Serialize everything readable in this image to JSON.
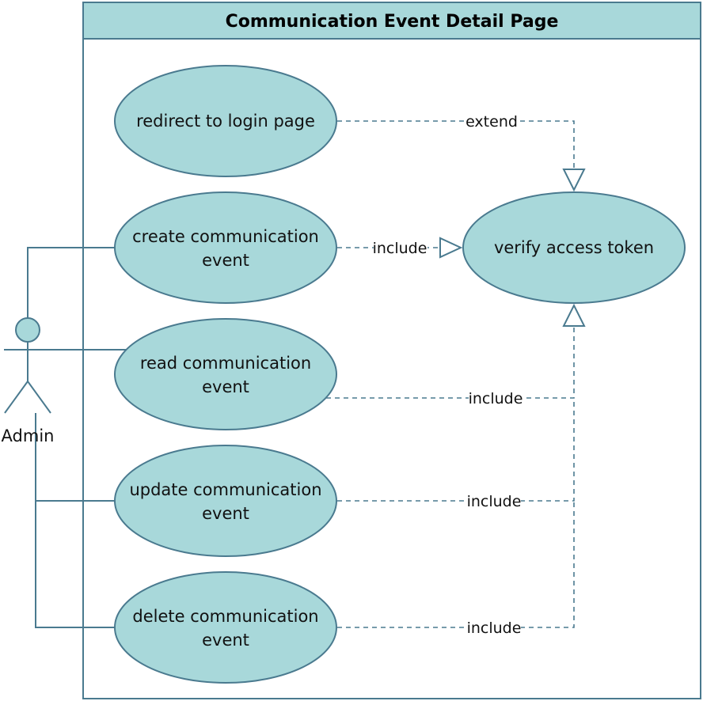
{
  "system": {
    "title": "Communication Event Detail Page"
  },
  "actor": {
    "label": "Admin"
  },
  "use_cases": {
    "redirect": [
      "redirect  to login page"
    ],
    "create": [
      "create communication",
      "event"
    ],
    "read": [
      "read communication",
      "event"
    ],
    "update": [
      "update communication",
      "event"
    ],
    "delete": [
      "delete communication",
      "event"
    ],
    "verify": [
      "verify access token"
    ]
  },
  "relationships": {
    "redirect_verify": "extend",
    "create_verify": "include",
    "read_verify": "include",
    "update_verify": "include",
    "delete_verify": "include"
  },
  "colors": {
    "fill": "#a8d8da",
    "stroke": "#4a7a8f",
    "background": "#ffffff"
  }
}
